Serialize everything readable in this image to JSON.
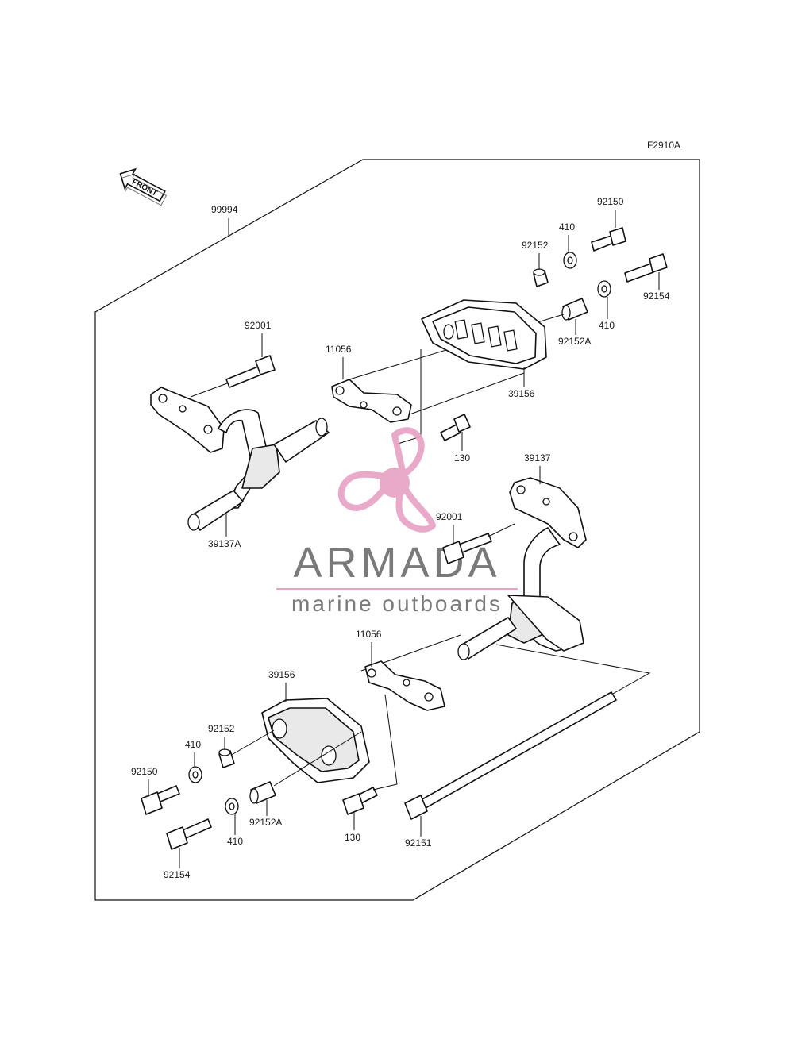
{
  "figure_code": "F2910A",
  "front_arrow_label": "FRONT",
  "assembly_number": "99994",
  "watermark": {
    "brand": "ARMADA",
    "tagline": "marine outboards",
    "logo_color": "#e7a1c4",
    "text_color": "#7a7a7a"
  },
  "callouts": {
    "p92150_top": "92150",
    "p410_top_a": "410",
    "p92152_top": "92152",
    "p92154_top": "92154",
    "p410_top_b": "410",
    "p92152A_top": "92152A",
    "p92001_top": "92001",
    "p11056_top": "11056",
    "p39156_top": "39156",
    "p130_top": "130",
    "p39137A": "39137A",
    "p39137": "39137",
    "p92001_mid": "92001",
    "p11056_bot": "11056",
    "p39156_bot": "39156",
    "p92152_bot": "92152",
    "p410_bot_a": "410",
    "p92150_bot": "92150",
    "p92154_bot": "92154",
    "p410_bot_b": "410",
    "p92152A_bot": "92152A",
    "p130_bot": "130",
    "p92151": "92151"
  }
}
